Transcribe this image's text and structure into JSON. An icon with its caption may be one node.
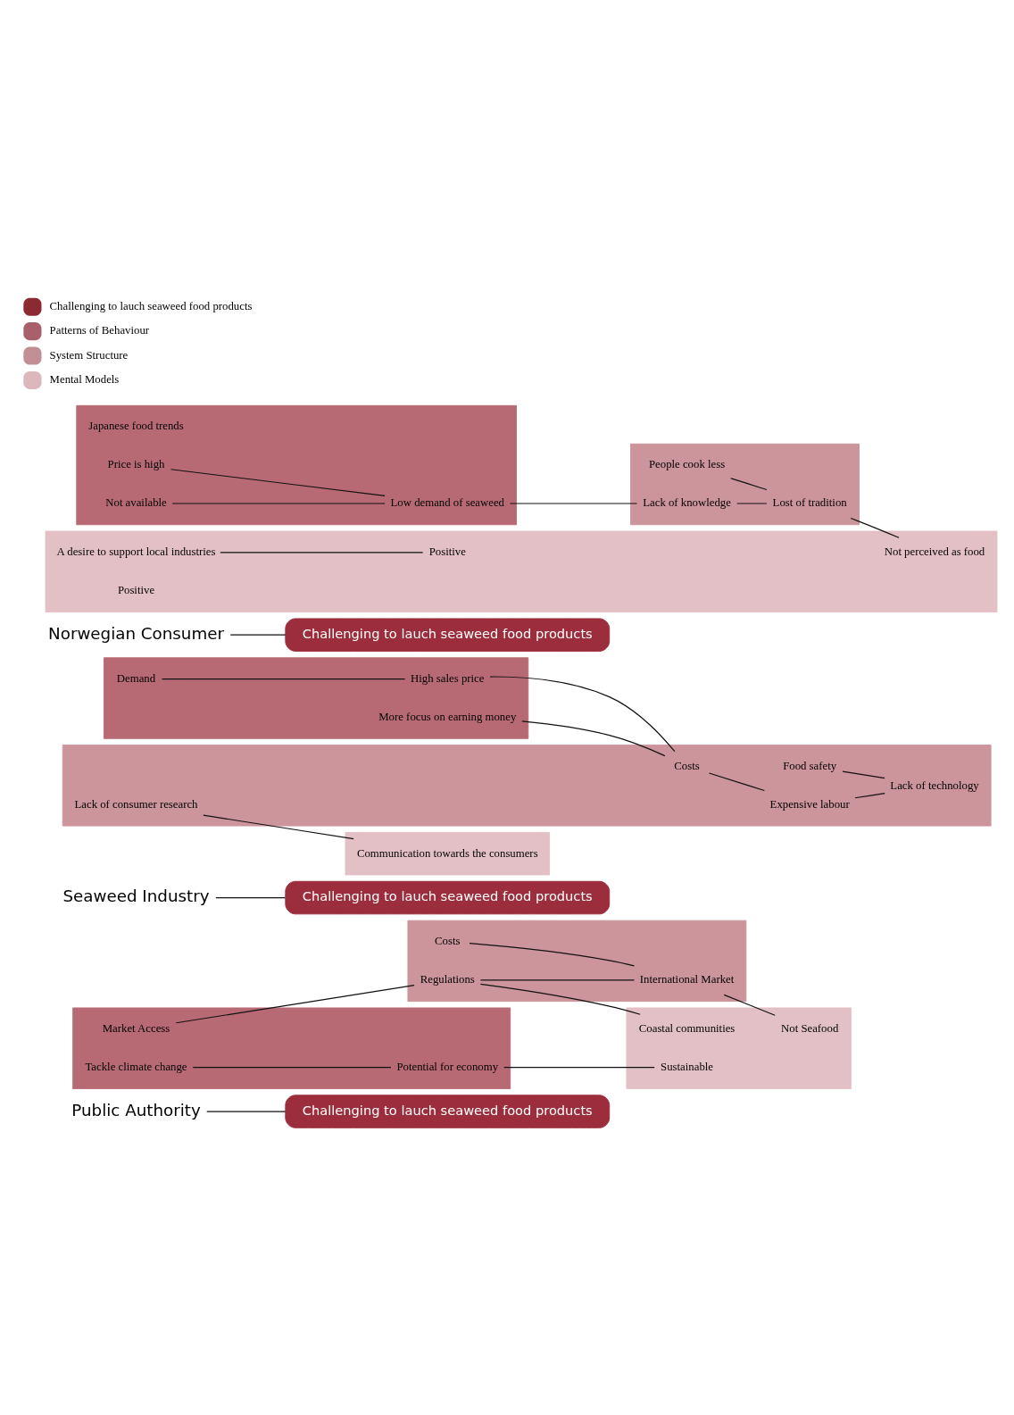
{
  "diagram": {
    "nodes": [
      {
        "text": [
          "Public Authority"
        ]
      },
      {
        "text": [
          "Challenging to lauch seaweed food products"
        ]
      },
      {
        "text": [],
        "shape": "band"
      },
      {
        "text": [
          "Market Access"
        ],
        "in": 2
      },
      {
        "text": [
          "Tackle climate change"
        ],
        "in": 2
      },
      {
        "text": [
          "Potential for economy"
        ],
        "in": 2
      },
      {
        "text": [],
        "shape": "band"
      },
      {
        "text": [
          "Costs"
        ],
        "in": 6
      },
      {
        "text": [
          "Regulations"
        ],
        "in": 6
      },
      {
        "text": [
          "International Market"
        ],
        "in": 6
      },
      {
        "text": [],
        "shape": "band"
      },
      {
        "text": [
          "Coastal communities"
        ],
        "in": 10
      },
      {
        "text": [
          "Not Seafood"
        ],
        "in": 10
      },
      {
        "text": [
          "Sustainable"
        ],
        "in": 10
      },
      {
        "text": [
          "Seaweed Industry"
        ]
      },
      {
        "text": [
          "Challenging to lauch seaweed food products"
        ]
      },
      {
        "text": [],
        "shape": "band"
      },
      {
        "text": [
          "Demand"
        ],
        "in": 16
      },
      {
        "text": [
          "More focus on earning money"
        ],
        "in": 16
      },
      {
        "text": [
          "High sales price"
        ],
        "in": 16
      },
      {
        "text": [],
        "shape": "band"
      },
      {
        "text": [
          "Food safety"
        ],
        "in": 20
      },
      {
        "text": [
          "Costs"
        ],
        "in": 20
      },
      {
        "text": [
          "Expensive labour"
        ],
        "in": 20
      },
      {
        "text": [
          "Lack of technology"
        ],
        "in": 20
      },
      {
        "text": [
          "Lack of consumer research"
        ],
        "in": 20
      },
      {
        "text": [],
        "shape": "band"
      },
      {
        "text": [
          "Communication towards the consumers"
        ],
        "in": 26
      },
      {
        "text": [
          "Norwegian Consumer"
        ]
      },
      {
        "text": [
          "Challenging to lauch seaweed food products"
        ]
      },
      {
        "text": [],
        "shape": "band"
      },
      {
        "text": [
          "Japanese food trends"
        ],
        "in": 30
      },
      {
        "text": [
          "Price is high"
        ],
        "in": 30
      },
      {
        "text": [
          "Not available"
        ],
        "in": 30
      },
      {
        "text": [
          "Low demand of seaweed"
        ],
        "in": 30
      },
      {
        "text": [],
        "shape": "band"
      },
      {
        "text": [
          "People cook less"
        ],
        "in": 35
      },
      {
        "text": [
          "Lack of knowledge"
        ],
        "in": 35
      },
      {
        "text": [
          "Lost of tradition"
        ],
        "in": 35
      },
      {
        "text": [],
        "shape": "band"
      },
      {
        "text": [
          "Not perceived as food"
        ],
        "in": 39
      },
      {
        "text": [
          "A desire to support local industries"
        ],
        "in": 39
      },
      {
        "text": [
          "Positive"
        ],
        "in": 39
      },
      {
        "text": [
          "Positive"
        ],
        "in": 39
      }
    ],
    "edges": [
      {
        "from": 0,
        "to": 1,
        "arrow": "none"
      },
      {
        "from": 4,
        "to": 5,
        "arrow": "none"
      },
      {
        "from": 3,
        "to": 8,
        "arrow": "none"
      },
      {
        "from": 5,
        "to": 13,
        "arrow": "none"
      },
      {
        "from": 7,
        "to": 9,
        "arrow": "none"
      },
      {
        "from": 8,
        "to": 9,
        "arrow": "none"
      },
      {
        "from": 8,
        "to": 11,
        "arrow": "none"
      },
      {
        "from": 9,
        "to": 12,
        "arrow": "none"
      },
      {
        "from": 14,
        "to": 15,
        "arrow": "none"
      },
      {
        "from": 17,
        "to": 19,
        "arrow": "none"
      },
      {
        "from": 18,
        "to": 22,
        "arrow": "none"
      },
      {
        "from": 19,
        "to": 22,
        "arrow": "none"
      },
      {
        "from": 22,
        "to": 23,
        "arrow": "none"
      },
      {
        "from": 21,
        "to": 24,
        "arrow": "none"
      },
      {
        "from": 23,
        "to": 24,
        "arrow": "none"
      },
      {
        "from": 25,
        "to": 27,
        "arrow": "none"
      },
      {
        "from": 28,
        "to": 29,
        "arrow": "none"
      },
      {
        "from": 32,
        "to": 34,
        "arrow": "none"
      },
      {
        "from": 33,
        "to": 34,
        "arrow": "none"
      },
      {
        "from": 34,
        "to": 37,
        "arrow": "none"
      },
      {
        "from": 36,
        "to": 38,
        "arrow": "none"
      },
      {
        "from": 37,
        "to": 38,
        "arrow": "none"
      },
      {
        "from": 38,
        "to": 40,
        "arrow": "none"
      },
      {
        "from": 41,
        "to": 43,
        "arrow": "none"
      }
    ],
    "legend": [
      {
        "text": "Challenging to lauch seaweed food products",
        "color": "#8c2a33"
      },
      {
        "text": "Patterns of Behaviour",
        "color": "#a8606a"
      },
      {
        "text": "System Structure",
        "color": "#c28f95"
      },
      {
        "text": "Mental Models",
        "color": "#dcb8bc"
      }
    ]
  }
}
